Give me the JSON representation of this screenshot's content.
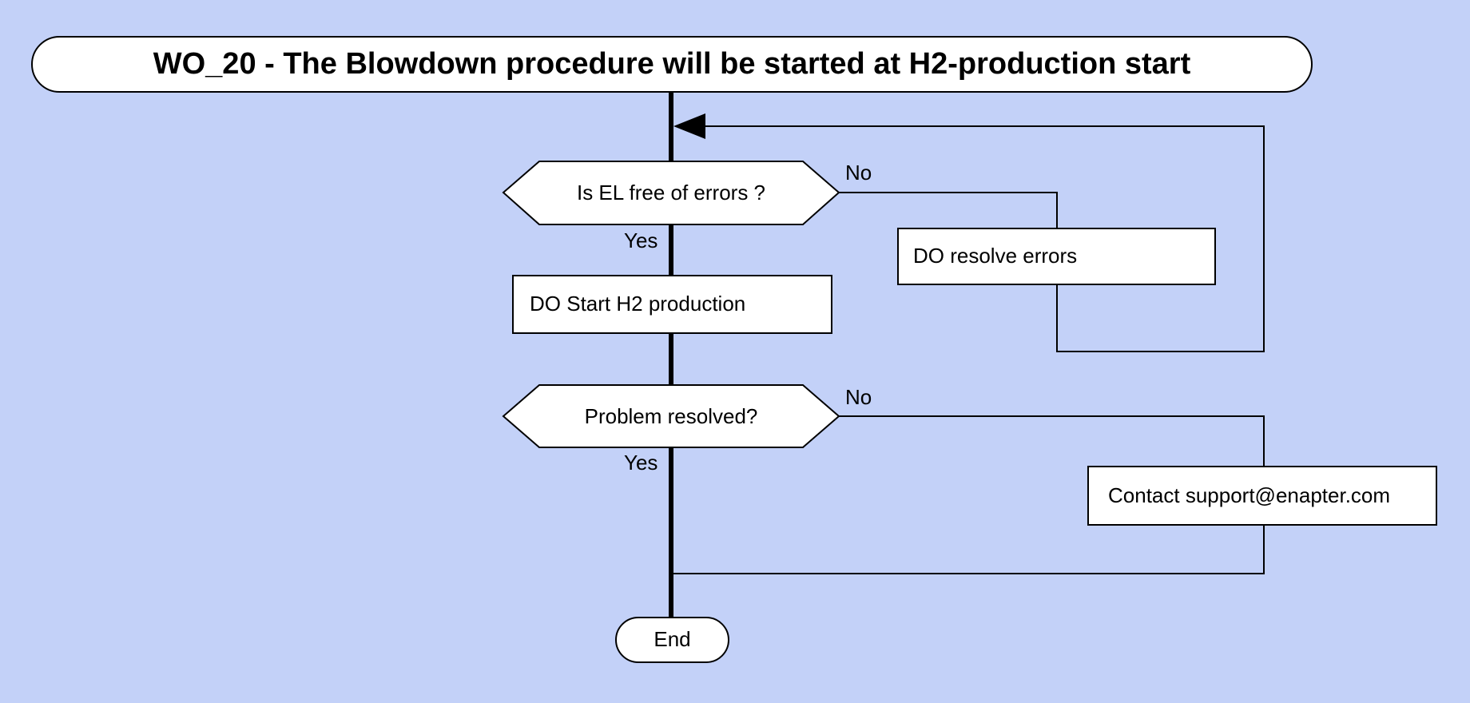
{
  "diagram": {
    "title": "WO_20 - The Blowdown procedure will be started at H2-production start",
    "nodes": {
      "decision_errors": "Is EL free of errors ?",
      "process_resolve": "DO resolve errors",
      "process_start": "DO Start H2 production",
      "decision_resolved": "Problem resolved?",
      "process_contact": "Contact support@enapter.com",
      "end": "End"
    },
    "edge_labels": {
      "errors_no": "No",
      "errors_yes": "Yes",
      "resolved_no": "No",
      "resolved_yes": "Yes"
    },
    "colors": {
      "background": "#c3d1f8",
      "node_fill": "#ffffff",
      "stroke": "#000000"
    }
  }
}
